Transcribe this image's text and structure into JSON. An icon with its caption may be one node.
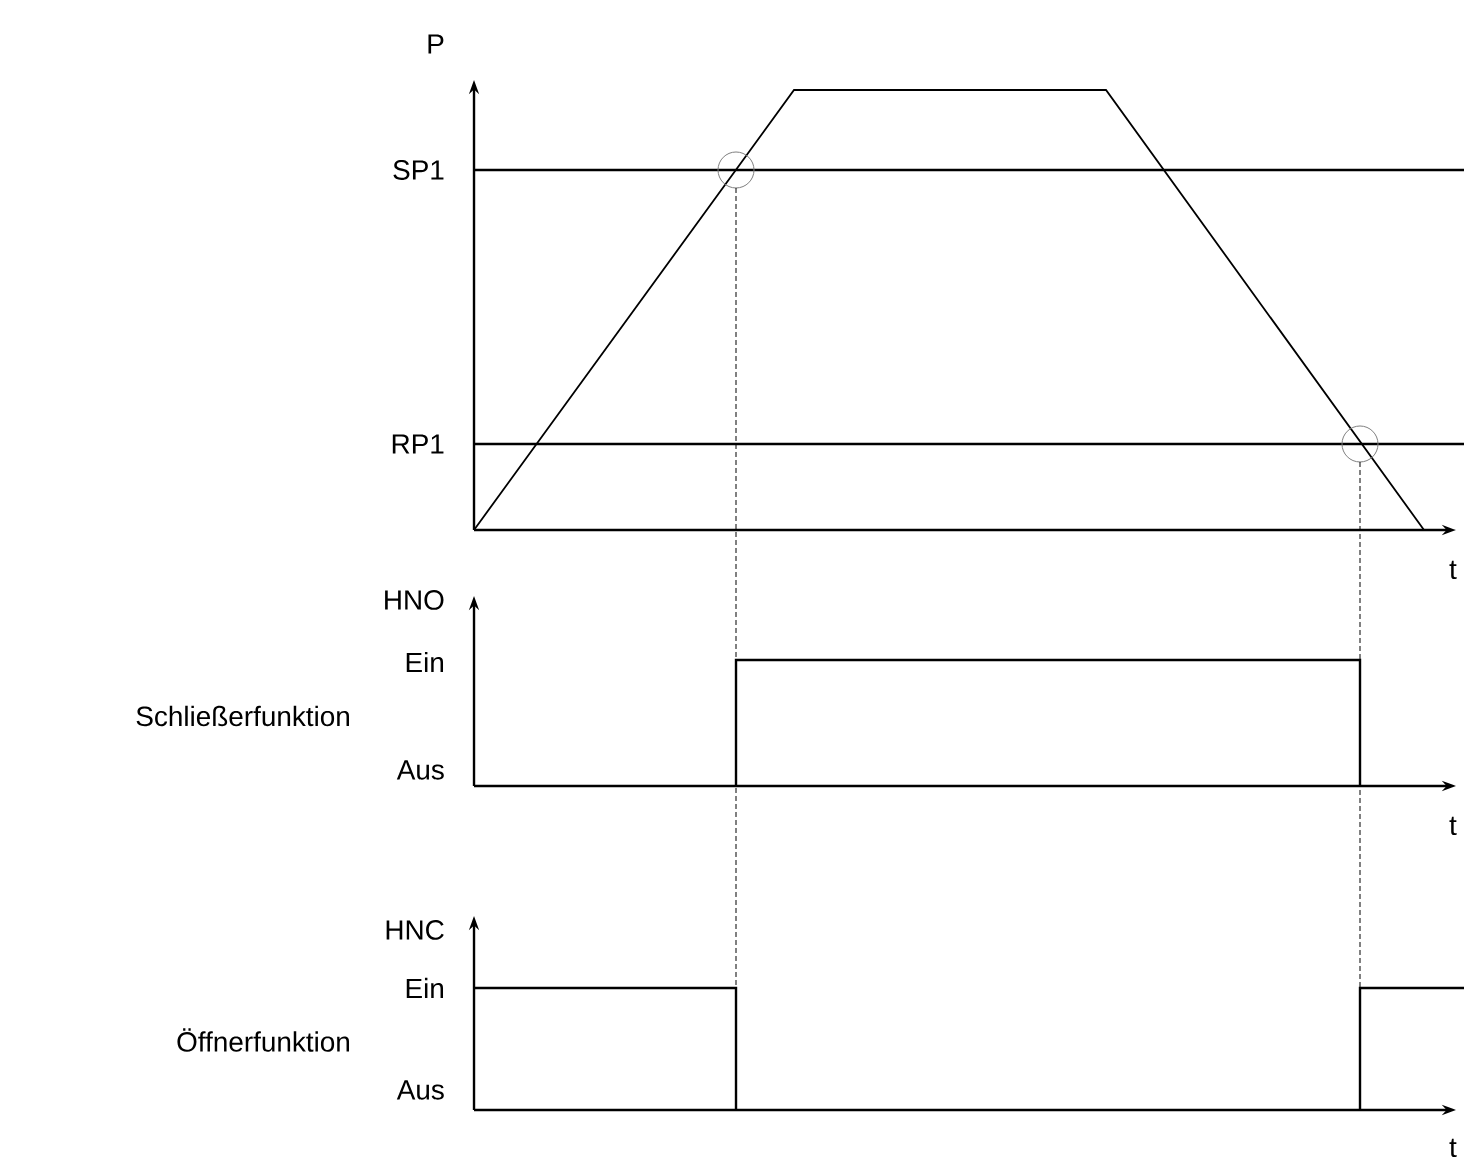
{
  "diagram": {
    "labels": [
      "P",
      "SP1",
      "RP1",
      "t",
      "HNO",
      "Ein",
      "Schließerfunktion",
      "Aus",
      "t",
      "HNC",
      "Ein",
      "Öffnerfunktion",
      "Aus",
      "t"
    ]
  }
}
